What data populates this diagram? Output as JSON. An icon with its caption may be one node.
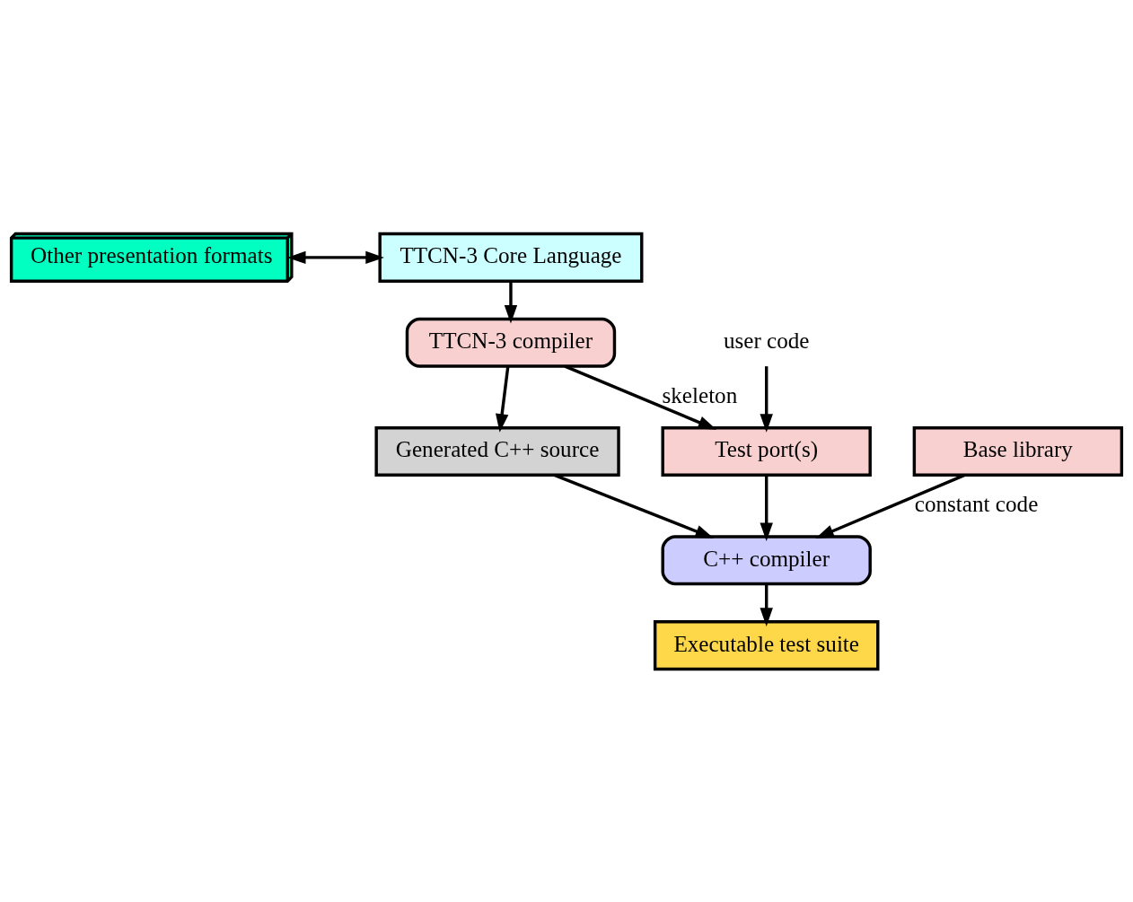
{
  "diagram": {
    "nodes": [
      {
        "text": [
          "Other presentation formats"
        ]
      },
      {
        "text": [
          "TTCN-3 Core Language"
        ]
      },
      {
        "text": [
          "TTCN-3 compiler"
        ]
      },
      {
        "text": [
          "Generated C++ source"
        ]
      },
      {
        "text": [
          "Base library"
        ]
      },
      {
        "text": [
          "Test port(s)"
        ]
      },
      {
        "text": [
          "C++ compiler"
        ]
      },
      {
        "text": [
          "Executable test suite"
        ]
      },
      {
        "text": [
          "user code"
        ]
      }
    ],
    "edges": [
      {
        "from": 0,
        "to": 1,
        "arrow": "both"
      },
      {
        "from": 1,
        "to": 2,
        "arrow": "to"
      },
      {
        "from": 2,
        "to": 3,
        "arrow": "to"
      },
      {
        "from": 2,
        "to": 5,
        "arrow": "to",
        "label": "skeleton"
      },
      {
        "from": 8,
        "to": 5,
        "arrow": "to"
      },
      {
        "from": 3,
        "to": 6,
        "arrow": "to"
      },
      {
        "from": 4,
        "to": 6,
        "arrow": "to",
        "label": "constant code"
      },
      {
        "from": 5,
        "to": 6,
        "arrow": "to"
      },
      {
        "from": 6,
        "to": 7,
        "arrow": "to"
      }
    ]
  }
}
